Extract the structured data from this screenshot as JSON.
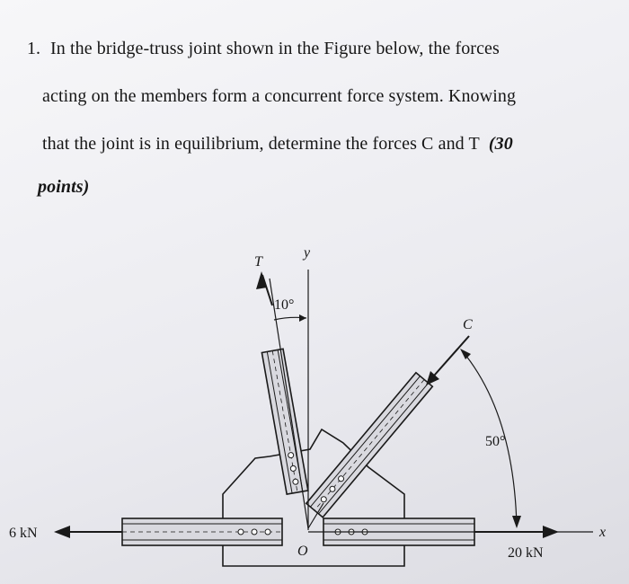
{
  "question": {
    "number": "1.",
    "line1": "In the bridge-truss joint shown in the Figure below, the forces",
    "line2": "acting on the members form a concurrent force system. Knowing",
    "line3": "that the joint is in equilibrium, determine the forces C and T",
    "points_open": "(30",
    "points_close": "points)"
  },
  "figure": {
    "label_T": "T",
    "label_y": "y",
    "label_C": "C",
    "angle_T": "10°",
    "angle_C": "50°",
    "label_O": "O",
    "label_x": "x",
    "force_left": "6 kN",
    "force_right": "20 kN"
  },
  "colors": {
    "member_fill": "#d9d9df",
    "line": "#1a1a1a"
  }
}
